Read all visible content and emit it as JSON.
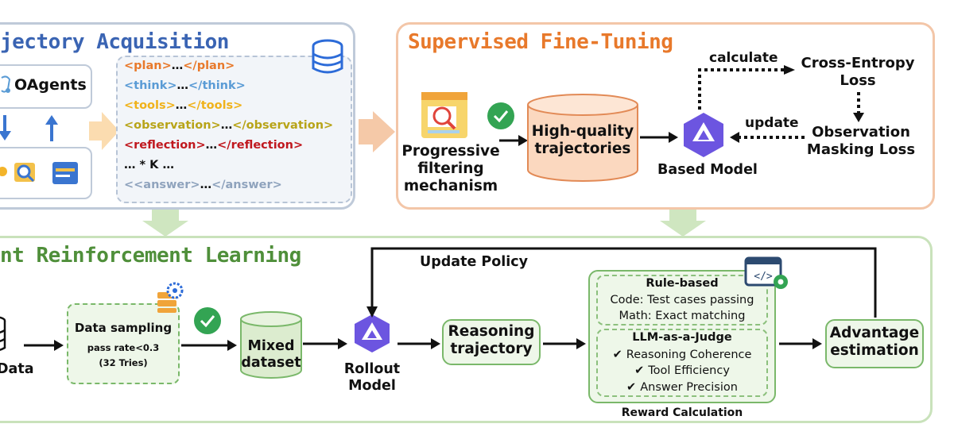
{
  "trajectory": {
    "title": "jectory Acquisition",
    "oagents_label": "OAgents",
    "tags": [
      {
        "open": "<plan>",
        "dots": "…",
        "close": "</plan>",
        "color": "#e8792b"
      },
      {
        "open": "<think>",
        "dots": "…",
        "close": "</think>",
        "color": "#5a9bd5"
      },
      {
        "open": "<tools>",
        "dots": "…",
        "close": "</tools>",
        "color": "#f0b21a"
      },
      {
        "open": "<observation>",
        "dots": "…",
        "close": "</observation>",
        "color": "#b8a418"
      },
      {
        "open": "<reflection>",
        "dots": "…",
        "close": "</reflection>",
        "color": "#c0181e"
      }
    ],
    "repeat_text": "…   * K  …",
    "answer": {
      "open": "<<answer>",
      "dots": "…",
      "close": "</answer>",
      "color": "#8fa3bd"
    }
  },
  "sft": {
    "title": "Supervised Fine-Tuning",
    "filter_label": "Progressive\nfiltering\nmechanism",
    "hq_label": "High-quality\ntrajectories",
    "model_label": "Based Model",
    "calculate_label": "calculate",
    "update_label": "update",
    "ce_label": "Cross-Entropy\nLoss",
    "obs_label": "Observation\nMasking Loss"
  },
  "rl": {
    "title": "nt Reinforcement Learning",
    "data_label": "Data",
    "sampling_title": "Data sampling",
    "sampling_line1": "pass rate<0.3",
    "sampling_line2": "(32 Tries)",
    "mixed_label": "Mixed\ndataset",
    "rollout_label": "Rollout\nModel",
    "update_policy_label": "Update Policy",
    "reasoning_label": "Reasoning\ntrajectory",
    "rule_title": "Rule-based",
    "rule_code": "Code: Test cases passing",
    "rule_math": "Math: Exact matching",
    "judge_title": "LLM-as-a-Judge",
    "judge_items": [
      "Reasoning Coherence",
      "Tool Efficiency",
      "Answer Precision"
    ],
    "reward_label": "Reward Calculation",
    "advantage_label": "Advantage\nestimation"
  },
  "colors": {
    "traj_title": "#3a64b3",
    "sft_title": "#e8792b",
    "rl_title": "#4f8f3a",
    "flow_arrow": "#fbdcb0",
    "peach_arrow": "#f5c9a8",
    "green_arrow": "#cfe6c0",
    "model_purple": "#6c55e0"
  }
}
